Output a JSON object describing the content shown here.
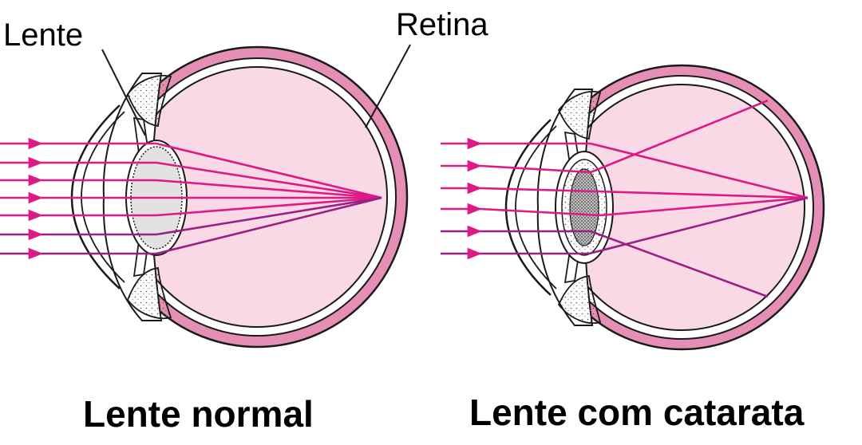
{
  "labels": {
    "lens": "Lente",
    "retina": "Retina"
  },
  "diagrams": [
    {
      "caption": "Lente normal",
      "condition": "normal"
    },
    {
      "caption": "Lente com catarata",
      "condition": "cataract"
    }
  ],
  "colors": {
    "ray": "#dd1a86",
    "ray_dark": "#9a1f86",
    "sclera": "#e58fb4",
    "vitreous": "#f9d9e6",
    "outline": "#1a1a1a",
    "lens_fill": "#e2e2e2",
    "cataract_fill": "#9a9a9a",
    "background": "#ffffff"
  }
}
